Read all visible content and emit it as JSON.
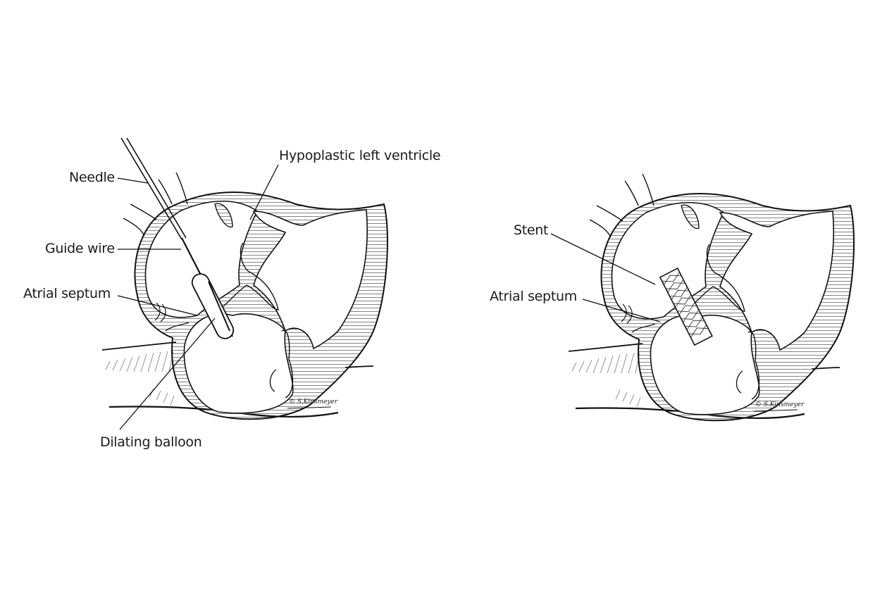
{
  "panels": [
    {
      "id": "left",
      "labels": {
        "needle": "Needle",
        "guide_wire": "Guide wire",
        "atrial_septum": "Atrial septum",
        "hypoplastic_lv": "Hypoplastic left ventricle",
        "dilating_balloon": "Dilating balloon"
      },
      "signature": "© S.Kinsmeyer"
    },
    {
      "id": "right",
      "labels": {
        "stent": "Stent",
        "atrial_septum": "Atrial septum"
      },
      "signature": "© S.Kinsmeyer"
    }
  ],
  "colors": {
    "line": "#111111",
    "hatch": "#555555",
    "background": "#ffffff"
  }
}
